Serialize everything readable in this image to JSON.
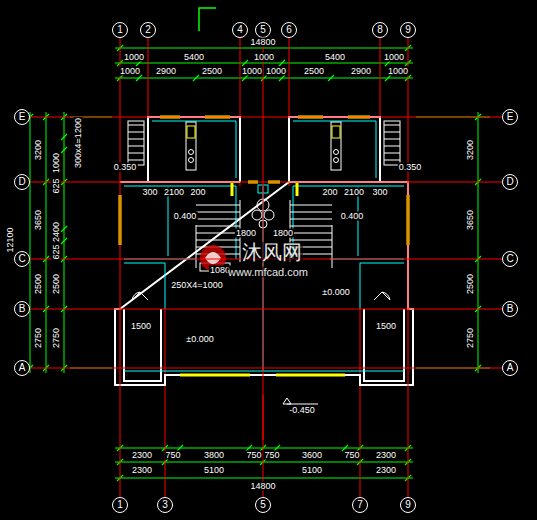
{
  "diagram": {
    "nodes": [
      {
        "text": [
          "1"
        ]
      },
      {
        "text": [
          "2"
        ]
      },
      {
        "text": [
          "4"
        ]
      },
      {
        "text": [
          "5"
        ]
      },
      {
        "text": [
          "6"
        ]
      },
      {
        "text": [
          "8"
        ]
      },
      {
        "text": [
          "9"
        ]
      },
      {
        "text": [
          "E"
        ]
      },
      {
        "text": [
          "D"
        ]
      },
      {
        "text": [
          "C"
        ]
      },
      {
        "text": [
          "B"
        ]
      },
      {
        "text": [
          "A"
        ]
      },
      {
        "text": [
          "E"
        ]
      },
      {
        "text": [
          "D"
        ]
      },
      {
        "text": [
          "C"
        ]
      },
      {
        "text": [
          "B"
        ]
      },
      {
        "text": [
          "A"
        ]
      },
      {
        "text": [
          "1"
        ]
      },
      {
        "text": [
          "3"
        ]
      },
      {
        "text": [
          "5"
        ]
      },
      {
        "text": [
          "7"
        ]
      },
      {
        "text": [
          "9"
        ]
      }
    ],
    "edges": [
      {
        "from": 0,
        "to": 17,
        "arrow": "none"
      },
      {
        "from": 3,
        "to": 19,
        "arrow": "none"
      },
      {
        "from": 6,
        "to": 21,
        "arrow": "none"
      },
      {
        "from": 7,
        "to": 12,
        "arrow": "none"
      },
      {
        "from": 8,
        "to": 13,
        "arrow": "none"
      },
      {
        "from": 9,
        "to": 14,
        "arrow": "none"
      },
      {
        "from": 10,
        "to": 15,
        "arrow": "none"
      },
      {
        "from": 11,
        "to": 16,
        "arrow": "none"
      }
    ],
    "labels": [
      "14800",
      "1000",
      "5400",
      "1000",
      "5400",
      "1000",
      "1000",
      "2900",
      "2500",
      "1000",
      "1000",
      "2500",
      "2900",
      "1000",
      "12100",
      "3200",
      "3650",
      "2500",
      "2750",
      "1000",
      "625",
      "2400",
      "625",
      "2500",
      "2750",
      "300x4=1200",
      "3200",
      "3650",
      "2500",
      "2750",
      "0.350",
      "0.350",
      "300",
      "2100",
      "200",
      "200",
      "2100",
      "300",
      "0.400",
      "0.400",
      "1800",
      "1800",
      "1080",
      "250X4=1000",
      "±0.000",
      "1500",
      "1500",
      "±0.000",
      "-0.450",
      "2300",
      "750",
      "3800",
      "750",
      "750",
      "3600",
      "750",
      "2300",
      "2300",
      "5100",
      "5100",
      "2300",
      "14800",
      "沐风网",
      "www.mfcad.com"
    ]
  }
}
